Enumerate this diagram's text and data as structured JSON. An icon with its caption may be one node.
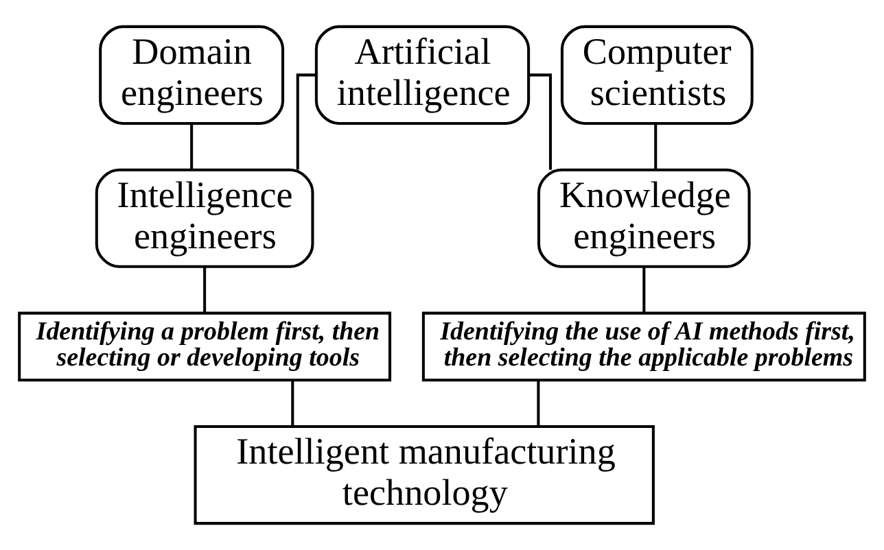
{
  "diagram": {
    "nodes": [
      {
        "text": [
          "Domain engineers"
        ]
      },
      {
        "text": [
          "Artificial intelligence"
        ]
      },
      {
        "text": [
          "Computer scientists"
        ]
      },
      {
        "text": [
          "Intelligence engineers"
        ]
      },
      {
        "text": [
          "Knowledge engineers"
        ]
      },
      {
        "text": [
          "Identifying a problem first, then selecting or developing tools"
        ]
      },
      {
        "text": [
          "Identifying the use of AI methods first, then selecting the applicable problems"
        ]
      },
      {
        "text": [
          "Intelligent manufacturing technology"
        ]
      }
    ],
    "edges": [
      {
        "from": 0,
        "to": 3,
        "arrow": "none"
      },
      {
        "from": 1,
        "to": 3,
        "arrow": "none"
      },
      {
        "from": 1,
        "to": 4,
        "arrow": "none"
      },
      {
        "from": 2,
        "to": 4,
        "arrow": "none"
      },
      {
        "from": 3,
        "to": 5,
        "arrow": "none"
      },
      {
        "from": 4,
        "to": 6,
        "arrow": "none"
      },
      {
        "from": 5,
        "to": 7,
        "arrow": "none"
      },
      {
        "from": 6,
        "to": 7,
        "arrow": "none"
      }
    ]
  }
}
